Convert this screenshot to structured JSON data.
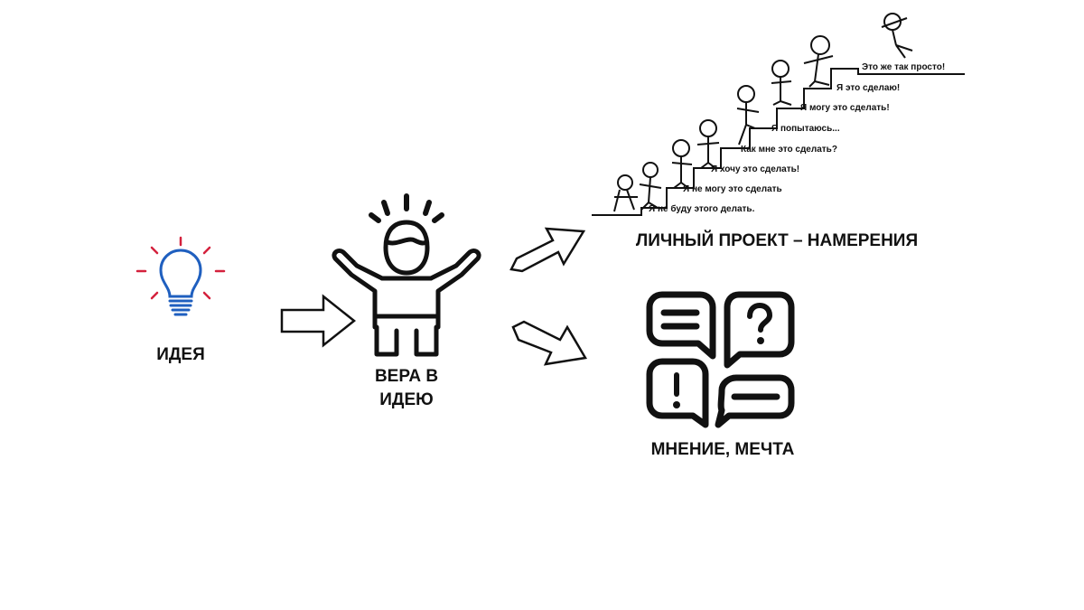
{
  "nodes": {
    "idea": {
      "label": "ИДЕЯ",
      "icon": "lightbulb-icon",
      "bulb_color": "#1f5fbf",
      "ray_color": "#d4213d"
    },
    "belief": {
      "label_line1": "ВЕРА В",
      "label_line2": "ИДЕЮ",
      "icon": "cheering-person-icon"
    },
    "project": {
      "label": "ЛИЧНЫЙ ПРОЕКТ – НАМЕРЕНИЯ",
      "icon": "staircase-figures-icon"
    },
    "opinion": {
      "label": "МНЕНИЕ, МЕЧТА",
      "icon": "speech-bubbles-icon"
    }
  },
  "staircase": {
    "steps": [
      "Я не буду этого делать.",
      "Я не могу это сделать",
      "Я хочу это сделать!",
      "Как мне это сделать?",
      "Я попытаюсь...",
      "Я могу это сделать!",
      "Я это сделаю!",
      "Это же так просто!"
    ]
  },
  "edges": [
    {
      "from": "idea",
      "to": "belief",
      "icon": "arrow-right-icon"
    },
    {
      "from": "belief",
      "to": "project",
      "icon": "arrow-up-right-icon"
    },
    {
      "from": "belief",
      "to": "opinion",
      "icon": "arrow-down-right-icon"
    }
  ]
}
